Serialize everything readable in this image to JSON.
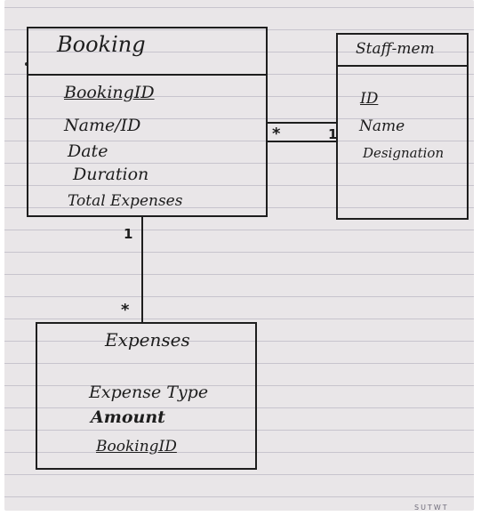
{
  "entities": {
    "booking": {
      "title": "Booking",
      "attributes": [
        "BookingID",
        "Name/ID",
        "Date",
        "Duration",
        "Total Expenses"
      ]
    },
    "staff": {
      "title": "Staff-mem",
      "attributes": [
        "ID",
        "Name",
        "Designation"
      ]
    },
    "expenses": {
      "title": "Expenses",
      "attributes": [
        "Expense Type",
        "Amount",
        "BookingID"
      ]
    }
  },
  "relations": {
    "booking_staff": {
      "booking_end": "*",
      "staff_end": "1"
    },
    "booking_expenses": {
      "booking_end": "1",
      "expenses_end": "*"
    }
  },
  "footer": "SUTWT"
}
